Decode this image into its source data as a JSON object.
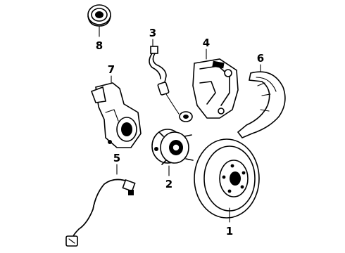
{
  "callouts": {
    "c1": "1",
    "c2": "2",
    "c3": "3",
    "c4": "4",
    "c5": "5",
    "c6": "6",
    "c7": "7",
    "c8": "8"
  },
  "parts": [
    {
      "id": "1",
      "name": "brake-rotor"
    },
    {
      "id": "2",
      "name": "wheel-hub-bearing"
    },
    {
      "id": "3",
      "name": "abs-sensor-harness"
    },
    {
      "id": "4",
      "name": "brake-caliper"
    },
    {
      "id": "5",
      "name": "abs-wheel-speed-sensor-cable"
    },
    {
      "id": "6",
      "name": "splash-shield"
    },
    {
      "id": "7",
      "name": "steering-knuckle"
    },
    {
      "id": "8",
      "name": "axle-seal"
    }
  ]
}
